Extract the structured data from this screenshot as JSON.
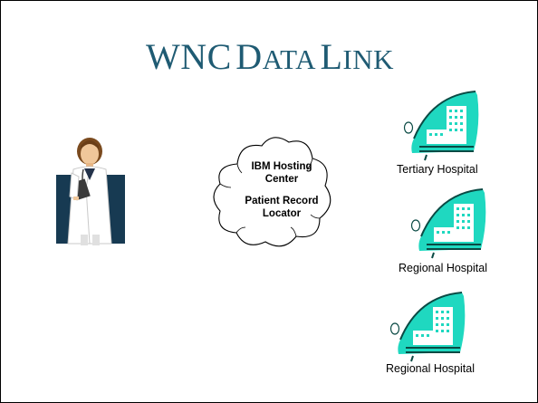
{
  "title": {
    "parts": [
      {
        "cap": "WNC",
        "rest": ""
      },
      {
        "cap": "D",
        "rest": "ATA"
      },
      {
        "cap": "L",
        "rest": "INK"
      }
    ]
  },
  "cloud": {
    "line1": "IBM Hosting",
    "line2": "Center",
    "line3": "Patient Record",
    "line4": "Locator"
  },
  "hospitals": [
    {
      "label": "Tertiary Hospital"
    },
    {
      "label": "Regional Hospital"
    },
    {
      "label": "Regional Hospital"
    }
  ],
  "colors": {
    "title": "#1f5b73",
    "hospital": "#1fd8c0",
    "hospital_dark": "#0a4a44",
    "doctor_bg": "#173a52"
  },
  "icons": {
    "doctor": "doctor-clipart",
    "hospital": "hospital-building-icon",
    "cloud": "cloud-shape"
  }
}
